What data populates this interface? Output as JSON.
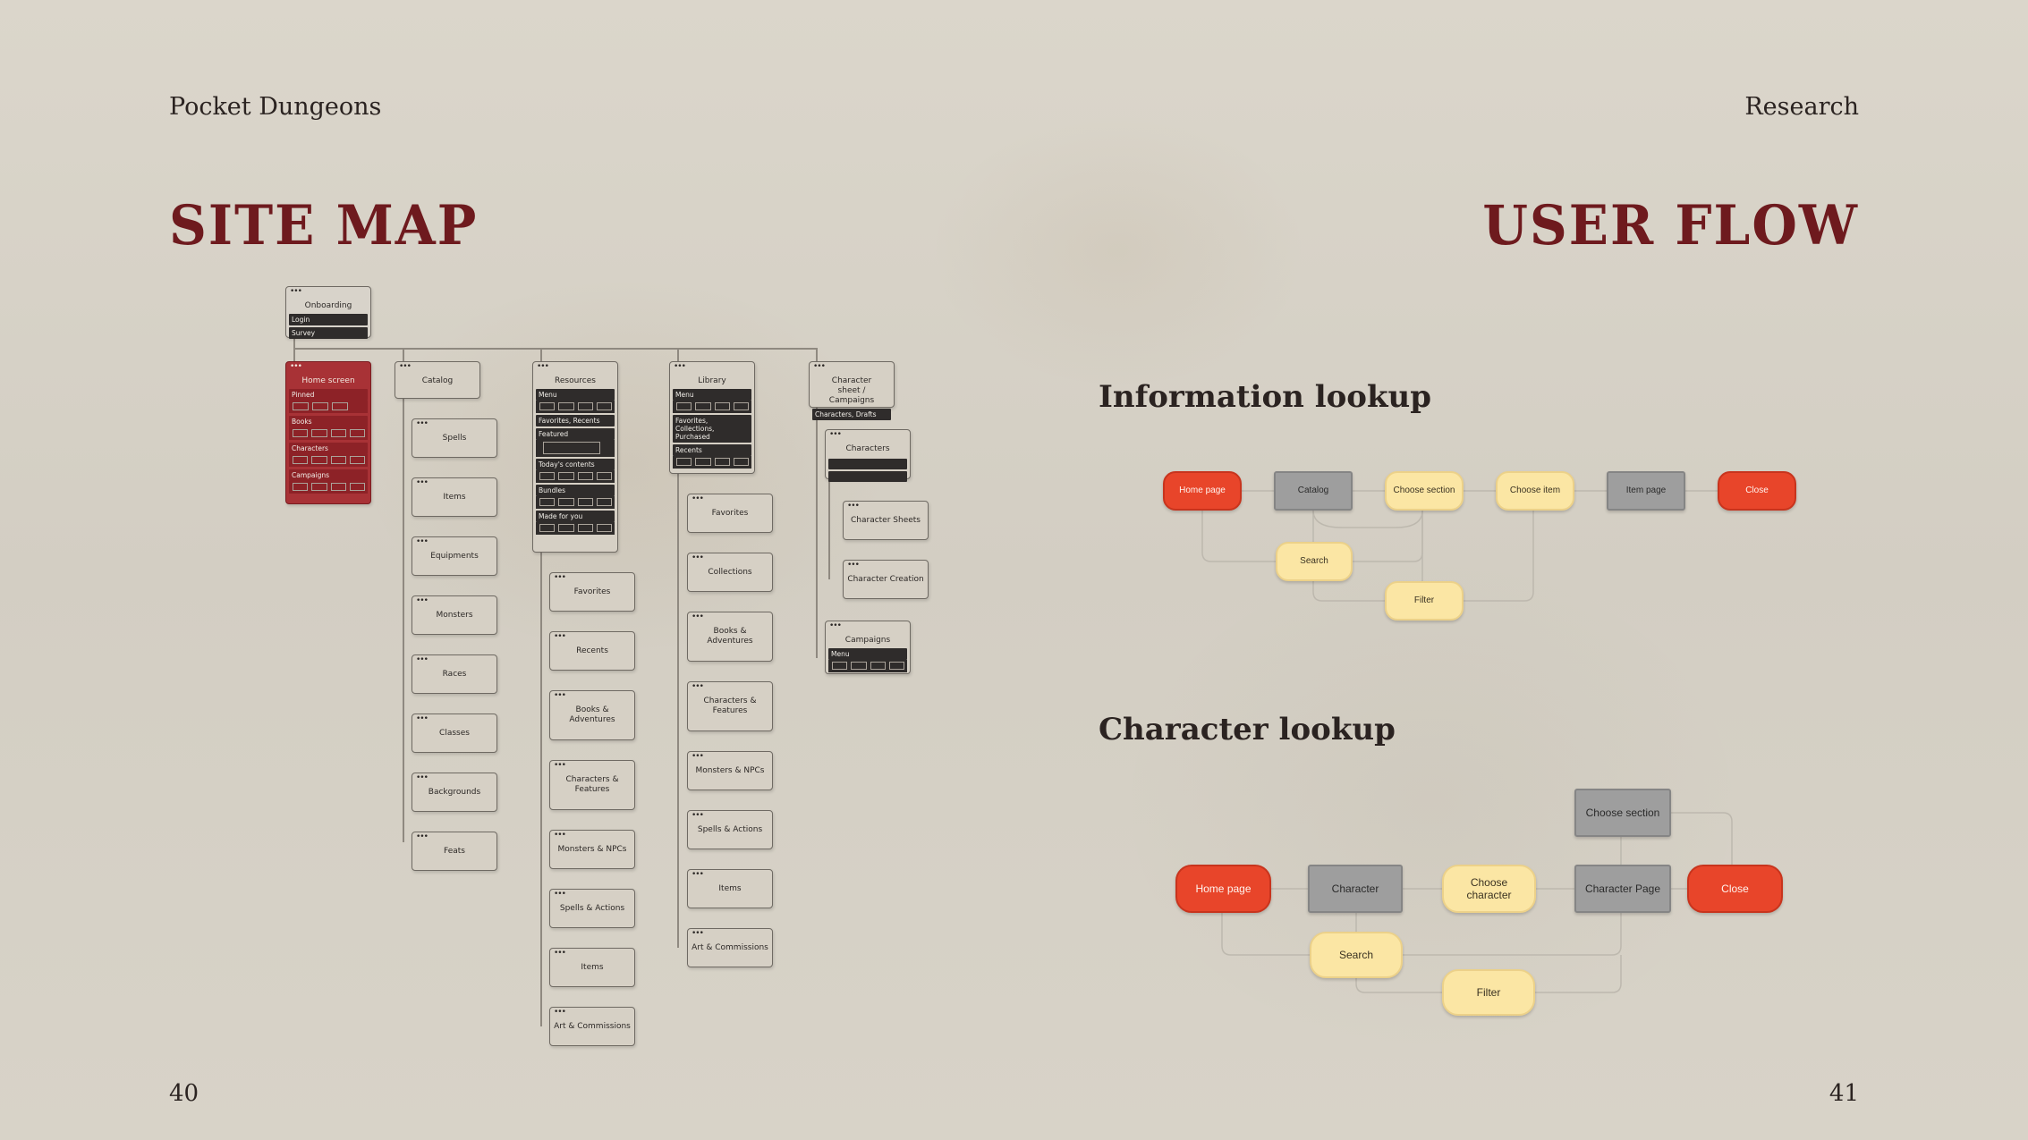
{
  "header": {
    "left": "Pocket Dungeons",
    "right": "Research"
  },
  "pages": {
    "left": "40",
    "right": "41"
  },
  "titles": {
    "site_map": "SITE MAP",
    "user_flow": "USER FLOW"
  },
  "site_map": {
    "onboarding": {
      "title": "Onboarding",
      "bars": [
        "Login",
        "Survey"
      ]
    },
    "home": {
      "title": "Home screen",
      "sections": [
        "Pinned",
        "Books",
        "Characters",
        "Campaigns"
      ]
    },
    "catalog": {
      "title": "Catalog",
      "children": [
        "Spells",
        "Items",
        "Equipments",
        "Monsters",
        "Races",
        "Classes",
        "Backgrounds",
        "Feats"
      ]
    },
    "resources": {
      "title": "Resources",
      "sections": [
        "Menu",
        "Favorites, Recents",
        "Featured",
        "Today's contents",
        "Bundles",
        "Made for you"
      ],
      "children": [
        "Favorites",
        "Recents",
        "Books & Adventures",
        "Characters & Features",
        "Monsters & NPCs",
        "Spells & Actions",
        "Items",
        "Art & Commissions"
      ]
    },
    "library": {
      "title": "Library",
      "sections": [
        "Menu",
        "Favorites, Collections, Purchased",
        "Recents"
      ],
      "children": [
        "Favorites",
        "Collections",
        "Books & Adventures",
        "Characters & Features",
        "Monsters & NPCs",
        "Spells & Actions",
        "Items",
        "Art & Commissions"
      ]
    },
    "character_sheet": {
      "title": "Character sheet / Campaigns",
      "bars": [
        "Characters, Drafts"
      ],
      "characters": "Characters",
      "children": [
        "Character Sheets",
        "Character Creation"
      ],
      "campaigns": {
        "title": "Campaigns",
        "bars": [
          "Menu"
        ]
      }
    }
  },
  "user_flow": {
    "info_lookup": {
      "title": "Information lookup",
      "nodes": [
        "Home page",
        "Catalog",
        "Choose section",
        "Choose item",
        "Item page",
        "Close",
        "Search",
        "Filter"
      ]
    },
    "char_lookup": {
      "title": "Character lookup",
      "nodes": [
        "Choose section",
        "Home page",
        "Character",
        "Choose character",
        "Character Page",
        "Close",
        "Search",
        "Filter"
      ]
    }
  },
  "colors": {
    "title_red": "#6e1a1e",
    "node_red": "#e8452a",
    "node_grey": "#9e9e9e",
    "node_yellow": "#fbe6a4"
  }
}
